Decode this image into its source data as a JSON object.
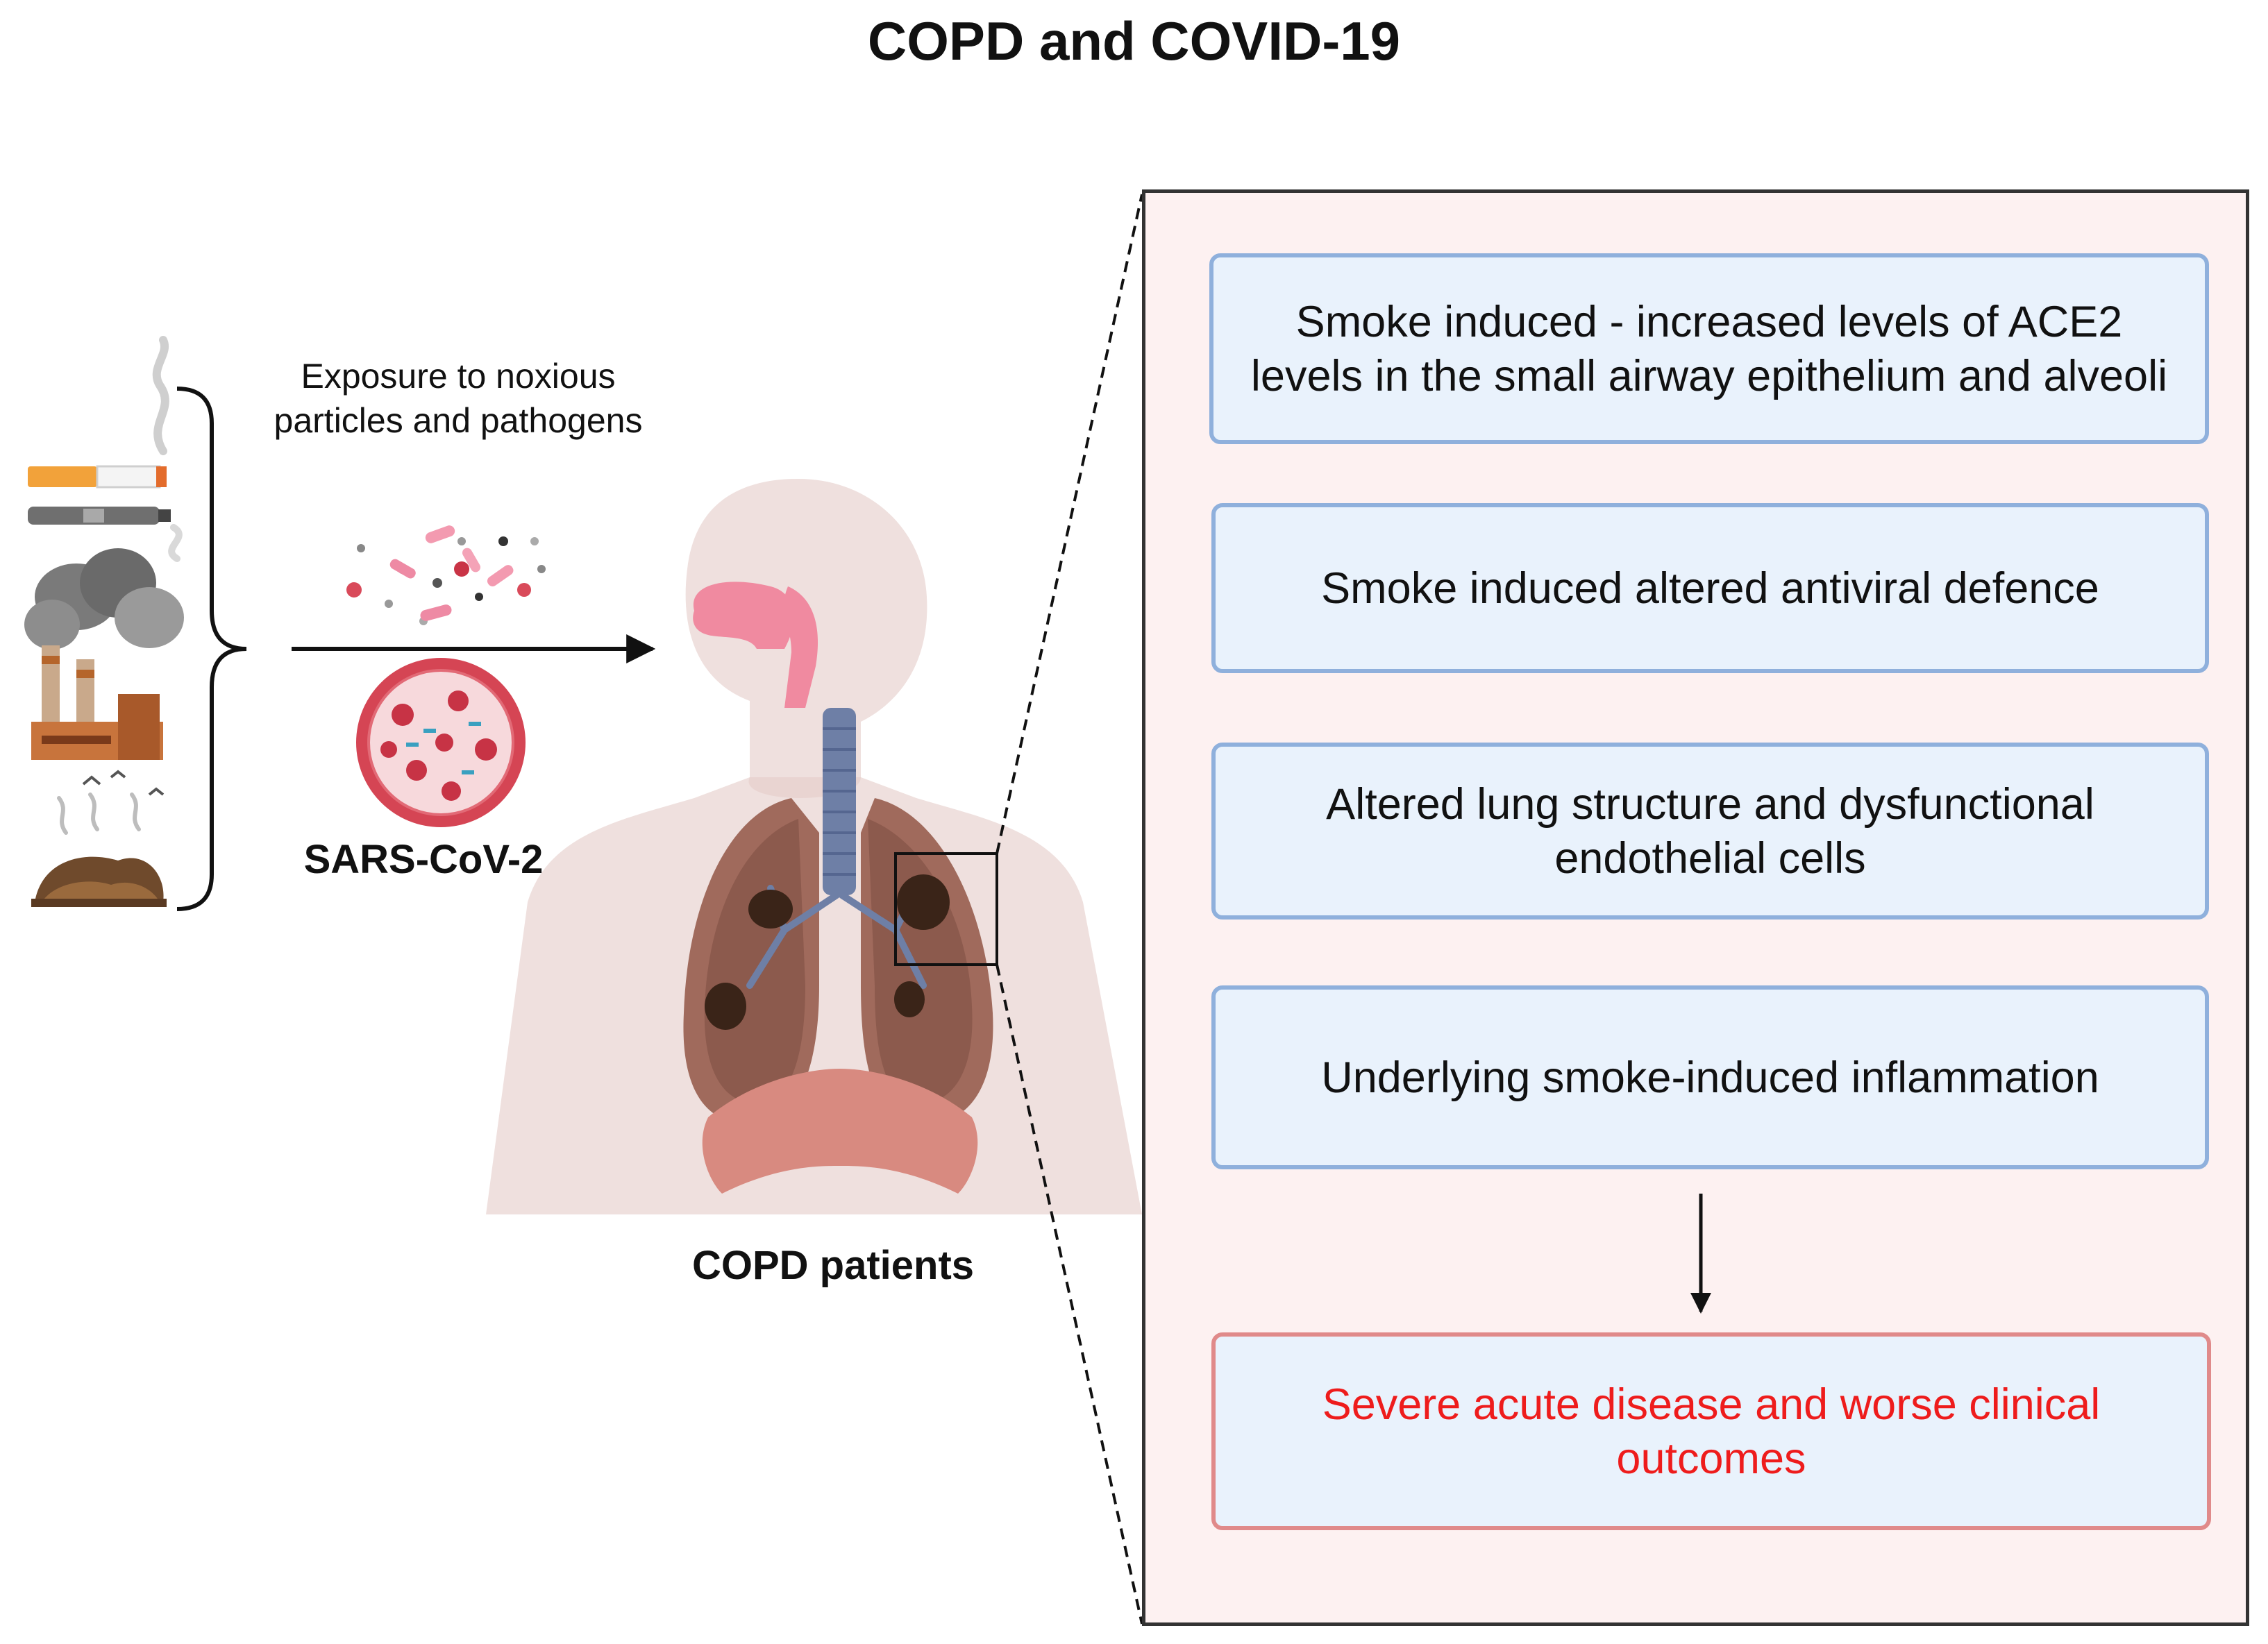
{
  "title": "COPD and COVID-19",
  "exposure_label": "Exposure to noxious particles and pathogens",
  "virus_label": "SARS-CoV-2",
  "patients_label": "COPD patients",
  "mechanisms": [
    "Smoke induced - increased levels of ACE2 levels in the small airway epithelium and alveoli",
    "Smoke induced altered antiviral defence",
    "Altered lung structure and dysfunctional endothelial cells",
    "Underlying smoke-induced inflammation"
  ],
  "outcome": "Severe acute disease and worse clinical outcomes",
  "icons": [
    "cigarette-icon",
    "e-cigarette-icon",
    "factory-pollution-icon",
    "waste-dump-icon",
    "pathogen-particles-icon",
    "coronavirus-icon",
    "human-torso-icon"
  ],
  "colors": {
    "mechanism_box_fill": "#e9f2fc",
    "mechanism_box_border": "#8fb0dc",
    "outcome_text": "#ee1c1c",
    "outcome_border": "#e08a8a",
    "panel_fill": "#fdf1f1"
  }
}
